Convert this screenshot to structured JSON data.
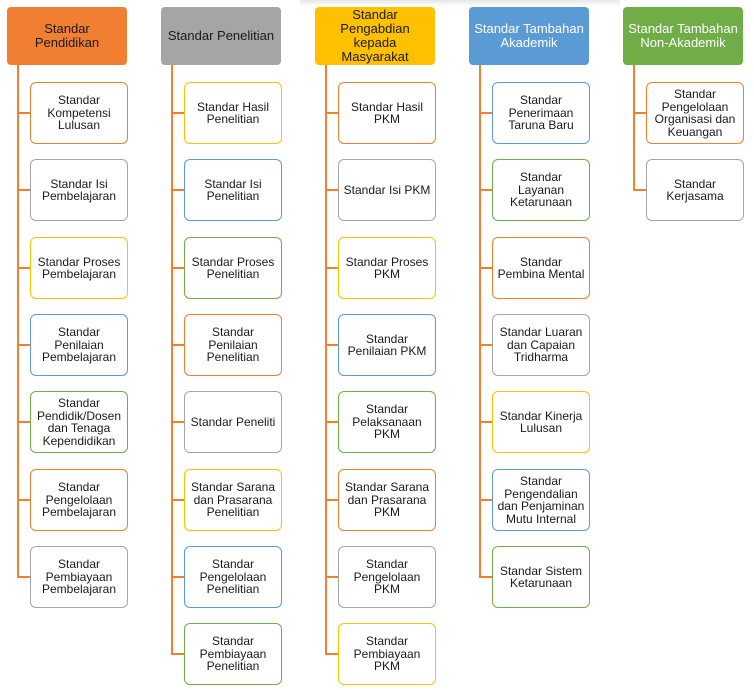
{
  "colors": {
    "connector": "#f07f32",
    "orange": "#f07f32",
    "gray": "#a5a5a5",
    "yellow": "#ffc000",
    "blue": "#5b9bd5",
    "green": "#70ad47"
  },
  "columns": [
    {
      "title": "Standar Pendidikan",
      "color": "orange",
      "text_color": "#1a1a1a",
      "items": [
        {
          "label": "Standar Kompetensi Lulusan",
          "color": "orange"
        },
        {
          "label": "Standar Isi Pembelajaran",
          "color": "gray"
        },
        {
          "label": "Standar Proses Pembelajaran",
          "color": "yellow"
        },
        {
          "label": "Standar Penilaian Pembelajaran",
          "color": "blue"
        },
        {
          "label": "Standar Pendidik/Dosen dan Tenaga Kependidikan",
          "color": "green"
        },
        {
          "label": "Standar Pengelolaan Pembelajaran",
          "color": "orange"
        },
        {
          "label": "Standar Pembiayaan Pembelajaran",
          "color": "gray"
        }
      ]
    },
    {
      "title": "Standar Penelitian",
      "color": "gray",
      "text_color": "#1a1a1a",
      "items": [
        {
          "label": "Standar Hasil Penelitian",
          "color": "yellow"
        },
        {
          "label": "Standar Isi Penelitian",
          "color": "blue"
        },
        {
          "label": "Standar Proses Penelitian",
          "color": "green"
        },
        {
          "label": "Standar Penilaian Penelitian",
          "color": "orange"
        },
        {
          "label": "Standar Peneliti",
          "color": "gray"
        },
        {
          "label": "Standar Sarana dan Prasarana Penelitian",
          "color": "yellow"
        },
        {
          "label": "Standar Pengelolaan Penelitian",
          "color": "blue"
        },
        {
          "label": "Standar Pembiayaan Penelitian",
          "color": "green"
        }
      ]
    },
    {
      "title": "Standar Pengabdian kepada Masyarakat",
      "color": "yellow",
      "text_color": "#1a1a1a",
      "items": [
        {
          "label": "Standar Hasil PKM",
          "color": "orange"
        },
        {
          "label": "Standar Isi PKM",
          "color": "gray"
        },
        {
          "label": "Standar Proses PKM",
          "color": "yellow"
        },
        {
          "label": "Standar Penilaian PKM",
          "color": "blue"
        },
        {
          "label": "Standar Pelaksanaan PKM",
          "color": "green"
        },
        {
          "label": "Standar Sarana dan Prasarana PKM",
          "color": "orange"
        },
        {
          "label": "Standar Pengelolaan PKM",
          "color": "gray"
        },
        {
          "label": "Standar Pembiayaan PKM",
          "color": "yellow"
        }
      ]
    },
    {
      "title": "Standar Tambahan Akademik",
      "color": "blue",
      "text_color": "#ffffff",
      "items": [
        {
          "label": "Standar Penerimaan Taruna Baru",
          "color": "blue"
        },
        {
          "label": "Standar Layanan Ketarunaan",
          "color": "green"
        },
        {
          "label": "Standar Pembina Mental",
          "color": "orange"
        },
        {
          "label": "Standar Luaran dan Capaian Tridharma",
          "color": "gray"
        },
        {
          "label": "Standar Kinerja Lulusan",
          "color": "yellow"
        },
        {
          "label": "Standar Pengendalian dan Penjaminan Mutu Internal",
          "color": "blue"
        },
        {
          "label": "Standar Sistem Ketarunaan",
          "color": "green"
        }
      ]
    },
    {
      "title": "Standar Tambahan Non-Akademik",
      "color": "green",
      "text_color": "#ffffff",
      "items": [
        {
          "label": "Standar Pengelolaan Organisasi dan Keuangan",
          "color": "orange"
        },
        {
          "label": "Standar Kerjasama",
          "color": "gray"
        }
      ]
    }
  ]
}
